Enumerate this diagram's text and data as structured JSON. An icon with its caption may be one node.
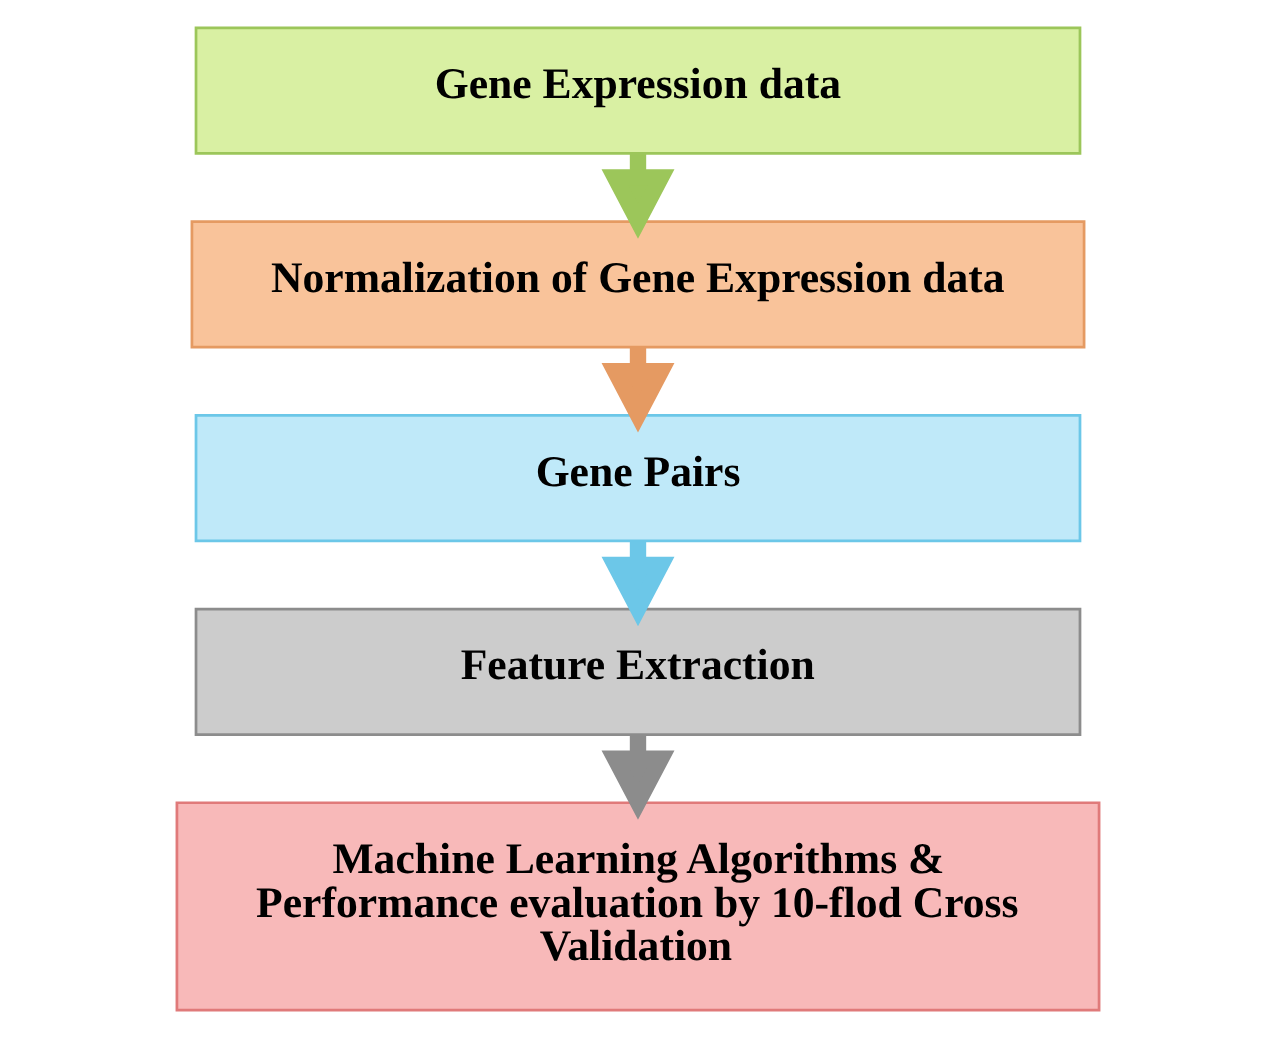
{
  "diagram": {
    "nodes": [
      {
        "text": [
          "Gene Expression data"
        ]
      },
      {
        "text": [
          "Normalization of Gene Expression data"
        ]
      },
      {
        "text": [
          "Gene Pairs"
        ]
      },
      {
        "text": [
          "Feature Extraction"
        ]
      },
      {
        "text": [
          "Machine Learning Algorithms & Performance evaluation by 10-flod Cross Validation"
        ]
      }
    ],
    "edges": [
      {
        "from": 0,
        "to": 1,
        "arrow": "to",
        "color": "#9cc65a"
      },
      {
        "from": 1,
        "to": 2,
        "arrow": "to",
        "color": "#e59a62"
      },
      {
        "from": 2,
        "to": 3,
        "arrow": "to",
        "color": "#6cc7e8"
      },
      {
        "from": 3,
        "to": 4,
        "arrow": "to",
        "color": "#8c8c8c"
      }
    ]
  }
}
